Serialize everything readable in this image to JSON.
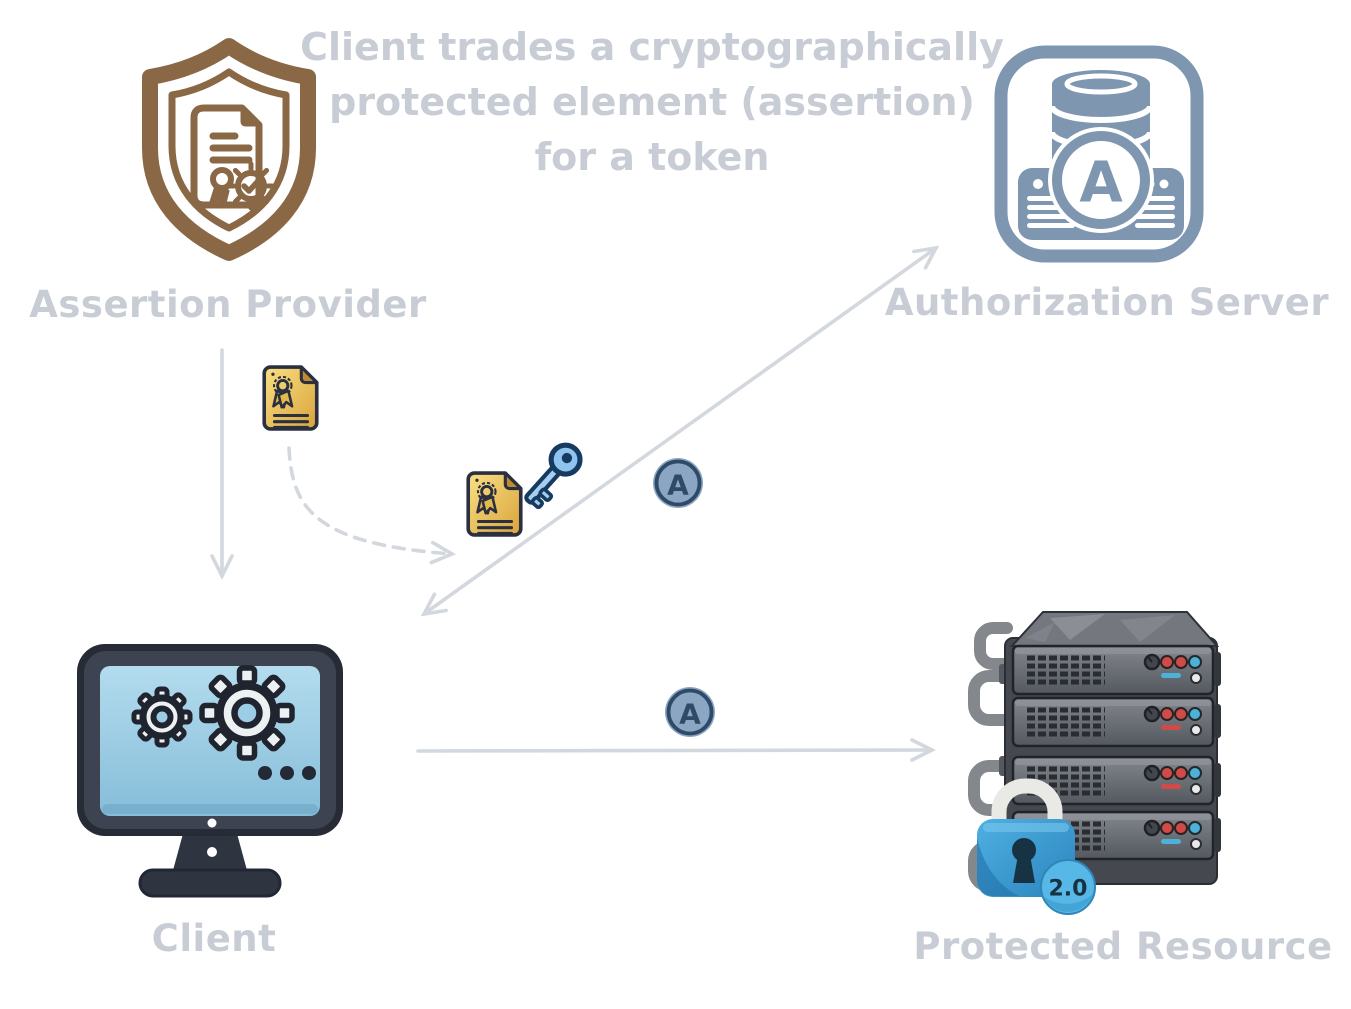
{
  "title": {
    "line1": "Client trades a cryptographically",
    "line2": "protected element (assertion)",
    "line3": "for a token"
  },
  "nodes": {
    "assertion_provider": {
      "label": "Assertion Provider",
      "icon": "shield-certificate-icon"
    },
    "authorization_server": {
      "label": "Authorization Server",
      "icon": "database-server-icon",
      "monogram": "A"
    },
    "client": {
      "label": "Client",
      "icon": "monitor-gears-icon"
    },
    "protected_resource": {
      "label": "Protected Resource",
      "icon": "server-rack-icon",
      "lock_icon": "padlock-icon",
      "lock_badge": "2.0"
    }
  },
  "floating_icons": {
    "assertion_certificate": "gold-certificate-icon",
    "assertion_certificate_with_key": "gold-certificate-icon",
    "key": "blue-key-icon"
  },
  "badges": {
    "upper_assertion_badge": "A",
    "lower_assertion_badge": "A"
  },
  "colors": {
    "label_text": "#c8cdd5",
    "arrow": "#d3d8de",
    "shield_brown": "#8a6845",
    "steel_blue": "#7e96b0",
    "badge_fill": "#8ba6c2",
    "badge_ink": "#2e4a66",
    "gold": "#e9bc4f",
    "ink_navy": "#2a3040",
    "screen_blue": "#a5d2e8",
    "monitor_dark": "#2c313c",
    "rack_gray": "#5f646b",
    "lock_blue": "#3b9ad2",
    "light_red": "#d14a4a",
    "light_cyan": "#4cb2d8"
  }
}
